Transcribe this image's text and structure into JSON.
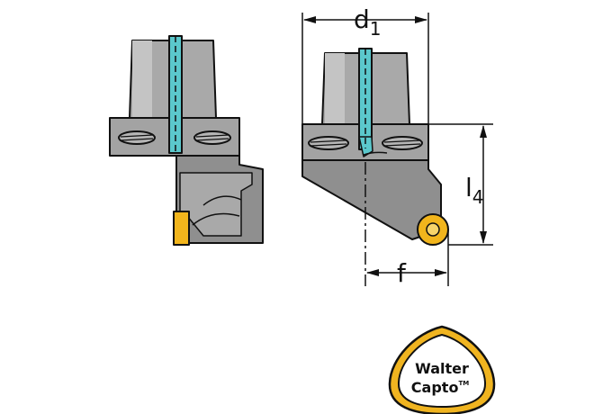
{
  "dimensions": {
    "d1": {
      "base": "d",
      "sub": "1"
    },
    "l4": {
      "base": "l",
      "sub": "4"
    },
    "f": {
      "base": "f"
    }
  },
  "logo": {
    "line1": "Walter",
    "line2": "Capto",
    "trademark": "TM"
  },
  "colors": {
    "body_dark": "#8f8f8f",
    "body_mid": "#a9a9a9",
    "body_light": "#c4c4c4",
    "coolant": "#5bc8cc",
    "insert_yellow": "#f2b51c",
    "logo_ring": "#f0b420",
    "outline": "#111111"
  }
}
